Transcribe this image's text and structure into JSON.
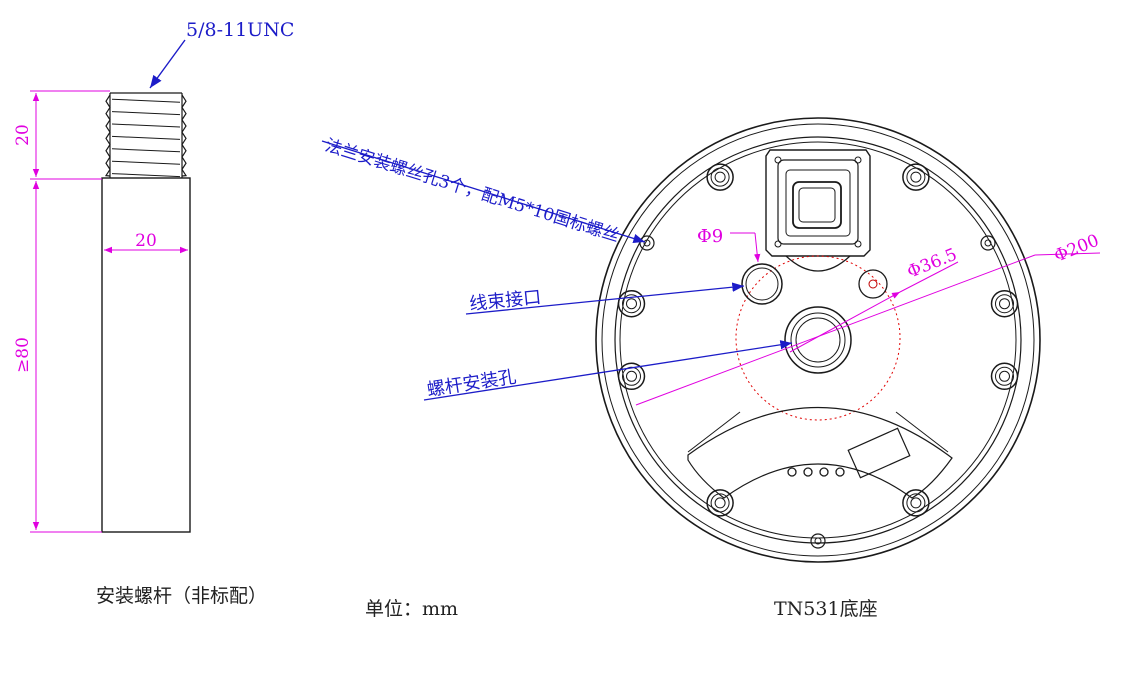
{
  "colors": {
    "outline": "#1a1a1a",
    "dimension": "#e000e0",
    "leader": "#1c1cc8",
    "hidden_circle": "#e00000"
  },
  "rod": {
    "thread_callout": "5/8-11UNC",
    "dim_thread_length": "20",
    "dim_width": "20",
    "dim_body_length": "≥80",
    "caption": "安装螺杆（非标配）"
  },
  "base": {
    "note_flange": "法兰安装螺丝孔3个，配M5*10国标螺丝",
    "note_cable": "线束接口",
    "note_rod_hole": "螺杆安装孔",
    "dim_phi9": "Φ9",
    "dim_phi36": "Φ36.5",
    "dim_phi200": "Φ200",
    "caption": "TN531底座"
  },
  "units": "单位：mm"
}
